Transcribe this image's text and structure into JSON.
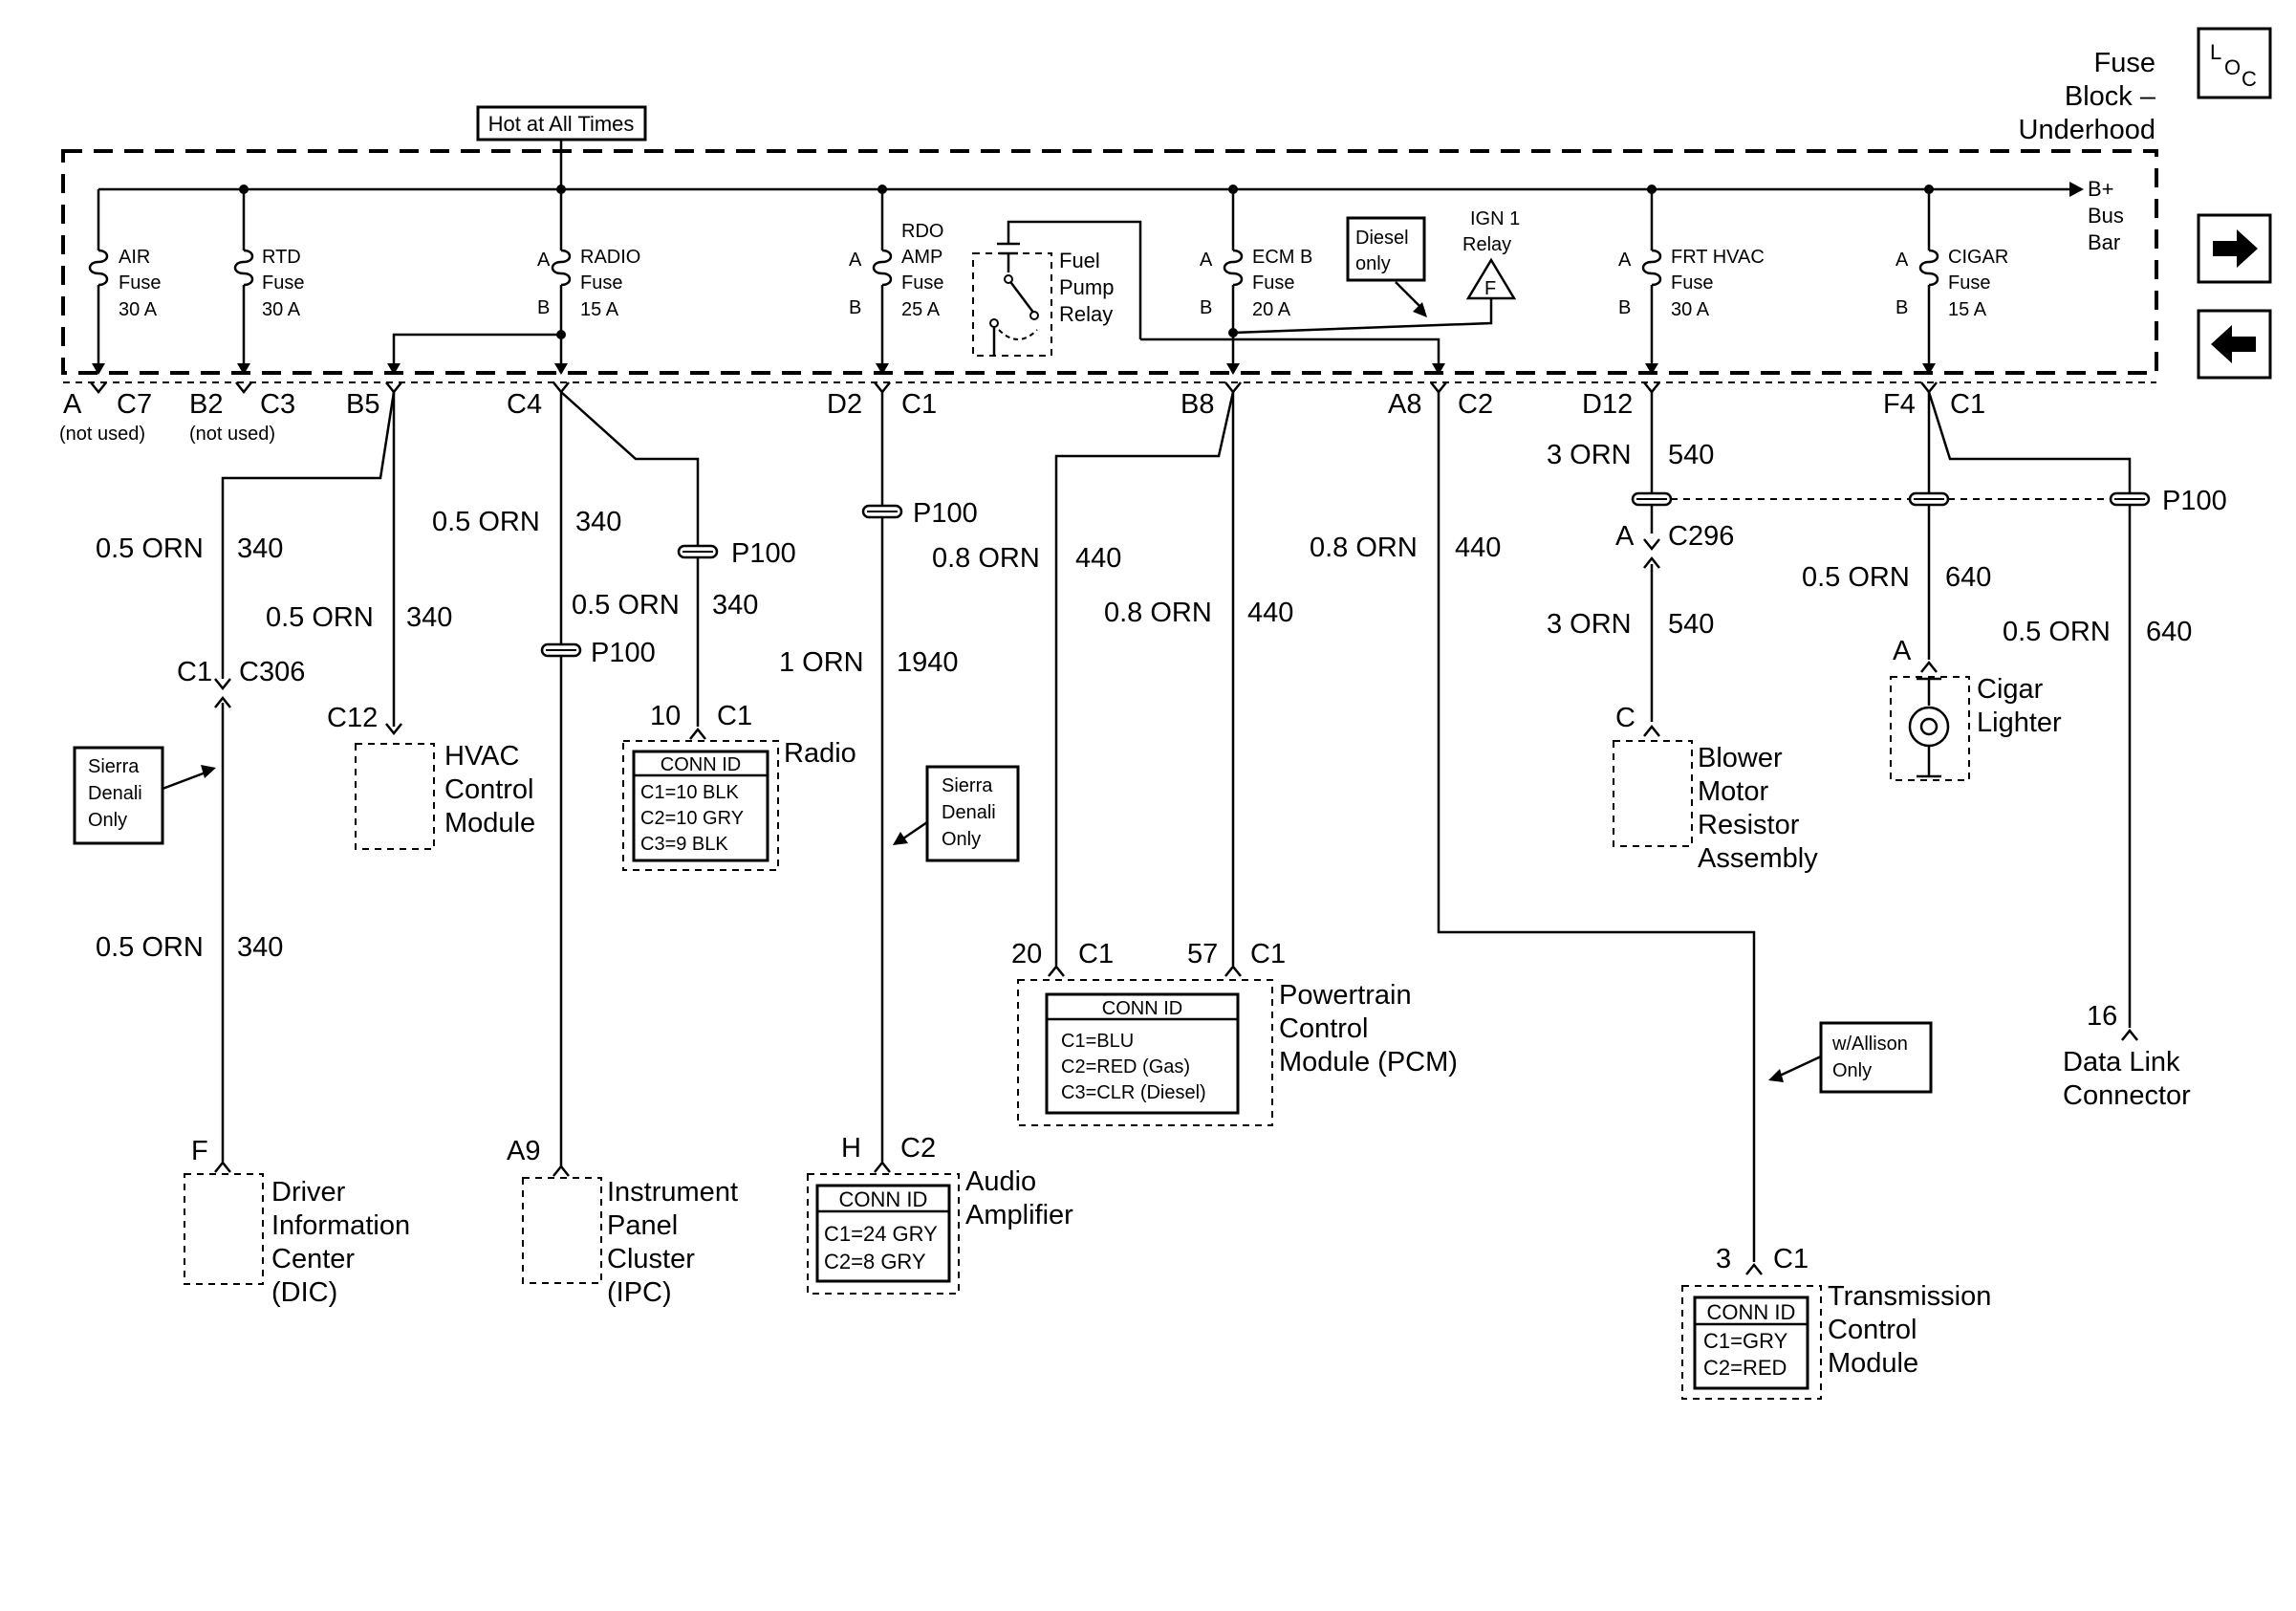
{
  "header": {
    "hot_label": "Hot at All Times",
    "fuse_block": [
      "Fuse",
      "Block –",
      "Underhood"
    ],
    "bus_bar": [
      "B+",
      "Bus",
      "Bar"
    ],
    "loc_icon": "LOC"
  },
  "nav": {
    "next": "arrow-right-icon",
    "prev": "arrow-left-icon"
  },
  "fuses": {
    "air": [
      "AIR",
      "Fuse",
      "30 A"
    ],
    "rtd": [
      "RTD",
      "Fuse",
      "30 A"
    ],
    "radio": [
      "RADIO",
      "Fuse",
      "15 A"
    ],
    "rdo_amp": [
      "RDO",
      "AMP",
      "Fuse",
      "25 A"
    ],
    "ecm_b": [
      "ECM B",
      "Fuse",
      "20 A"
    ],
    "frt_hvac": [
      "FRT HVAC",
      "Fuse",
      "30 A"
    ],
    "cigar": [
      "CIGAR",
      "Fuse",
      "15 A"
    ],
    "pin_a": "A",
    "pin_b": "B"
  },
  "relays": {
    "fuel_pump": [
      "Fuel",
      "Pump",
      "Relay"
    ],
    "ign1": [
      "IGN 1",
      "Relay"
    ],
    "ign1_symbol": "F",
    "diesel": [
      "Diesel",
      "only"
    ]
  },
  "connectors": {
    "a": "A",
    "c7": "C7",
    "not_used": "(not used)",
    "b2": "B2",
    "c3": "C3",
    "b5": "B5",
    "c4": "C4",
    "d2": "D2",
    "c1": "C1",
    "b8": "B8",
    "a8": "A8",
    "c2": "C2",
    "d12": "D12",
    "f4": "F4",
    "p100": "P100",
    "c306": "C306",
    "c296": "C296"
  },
  "wires": {
    "orn05": "0.5 ORN",
    "c340": "340",
    "orn08": "0.8 ORN",
    "c440": "440",
    "orn1": "1 ORN",
    "c1940": "1940",
    "orn3": "3 ORN",
    "c540": "540",
    "c640": "640"
  },
  "notes": {
    "sierra": [
      "Sierra",
      "Denali",
      "Only"
    ],
    "allison": [
      "w/Allison",
      "Only"
    ]
  },
  "components": {
    "hvac": {
      "pin": "C12",
      "name": [
        "HVAC",
        "Control",
        "Module"
      ]
    },
    "radio": {
      "pin": "10",
      "conn": "C1",
      "name": "Radio",
      "id_title": "CONN ID",
      "ids": [
        "C1=10 BLK",
        "C2=10 GRY",
        "C3=9 BLK"
      ]
    },
    "dic": {
      "pin": "F",
      "name": [
        "Driver",
        "Information",
        "Center",
        "(DIC)"
      ]
    },
    "ipc": {
      "pin": "A9",
      "name": [
        "Instrument",
        "Panel",
        "Cluster",
        "(IPC)"
      ]
    },
    "amp": {
      "pin": "H",
      "conn": "C2",
      "name": [
        "Audio",
        "Amplifier"
      ],
      "id_title": "CONN ID",
      "ids": [
        "C1=24 GRY",
        "C2=8 GRY"
      ]
    },
    "pcm": {
      "pin1": "20",
      "pin2": "57",
      "conn": "C1",
      "name": [
        "Powertrain",
        "Control",
        "Module (PCM)"
      ],
      "id_title": "CONN ID",
      "ids": [
        "C1=BLU",
        "C2=RED (Gas)",
        "C3=CLR (Diesel)"
      ]
    },
    "tcm": {
      "pin": "3",
      "conn": "C1",
      "name": [
        "Transmission",
        "Control",
        "Module"
      ],
      "id_title": "CONN ID",
      "ids": [
        "C1=GRY",
        "C2=RED"
      ]
    },
    "blower": {
      "pin": "C",
      "name": [
        "Blower",
        "Motor",
        "Resistor",
        "Assembly"
      ]
    },
    "cigar": {
      "pin": "A",
      "name": [
        "Cigar",
        "Lighter"
      ]
    },
    "dlc": {
      "pin": "16",
      "name": [
        "Data Link",
        "Connector"
      ]
    }
  }
}
